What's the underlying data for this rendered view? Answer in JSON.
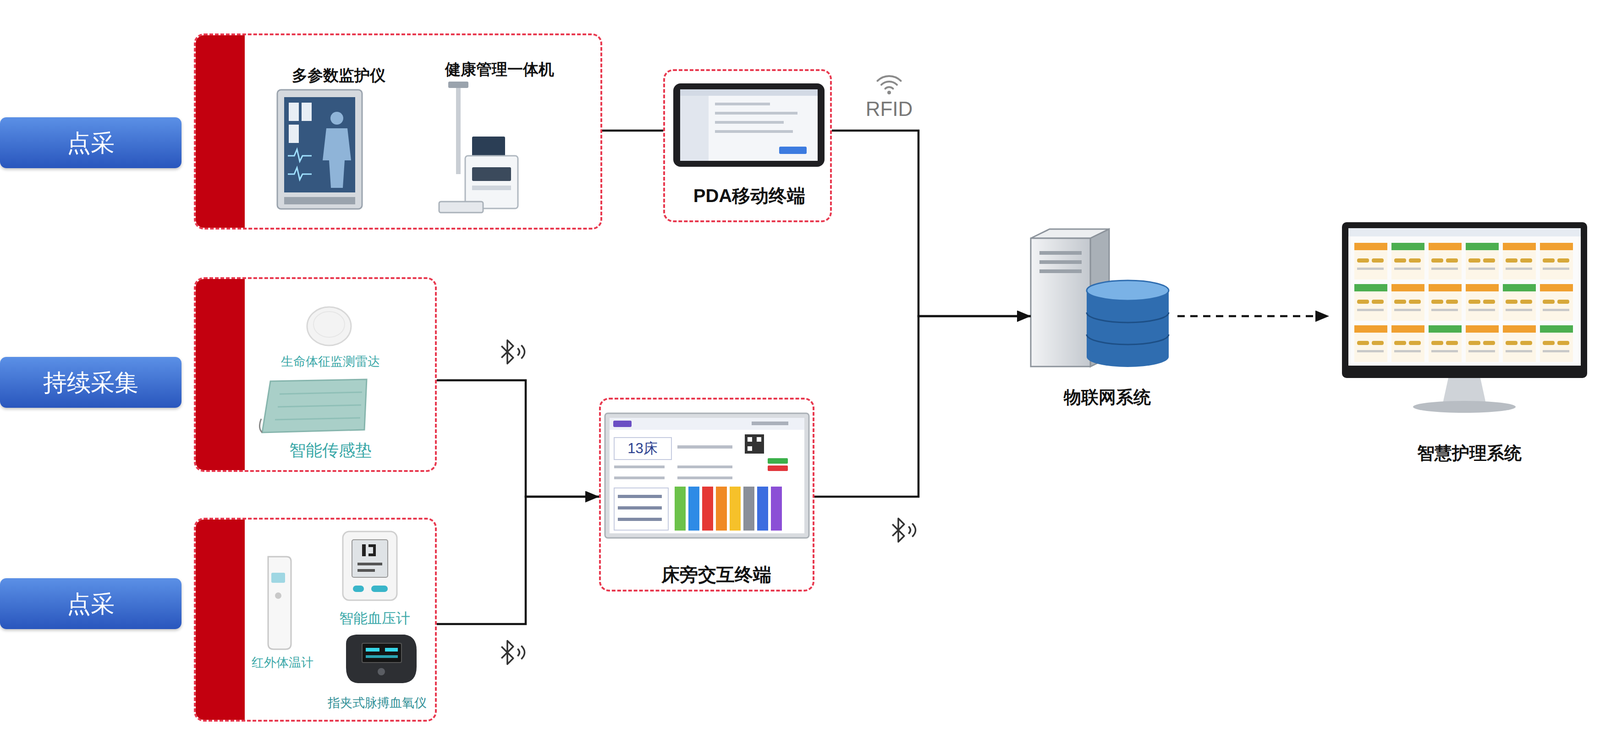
{
  "diagram": {
    "nodes": [
      {
        "text": [
          "点采"
        ]
      },
      {
        "text": [
          "多参数监护仪",
          "健康管理一体机"
        ]
      },
      {
        "text": [
          "PDA移动终端"
        ]
      },
      {
        "text": [
          "物联网系统"
        ]
      },
      {
        "text": [
          "智慧护理系统"
        ]
      },
      {
        "text": [
          "持续采集"
        ]
      },
      {
        "text": [
          "生命体征监测雷达",
          "智能传感垫"
        ]
      },
      {
        "text": [
          "床旁交互终端"
        ]
      },
      {
        "text": [
          "点采"
        ]
      },
      {
        "text": [
          "智能血压计",
          "红外体温计",
          "指夹式脉搏血氧仪"
        ]
      }
    ],
    "edges": [
      {
        "from": 1,
        "to": 2,
        "arrow": "none"
      },
      {
        "from": 2,
        "to": 3,
        "arrow": "to"
      },
      {
        "from": 7,
        "to": 3,
        "arrow": "to"
      },
      {
        "from": 6,
        "to": 7,
        "arrow": "to"
      },
      {
        "from": 9,
        "to": 7,
        "arrow": "to"
      },
      {
        "from": 3,
        "to": 4,
        "arrow": "to"
      }
    ],
    "labels": [
      "RFID",
      "13床"
    ]
  }
}
